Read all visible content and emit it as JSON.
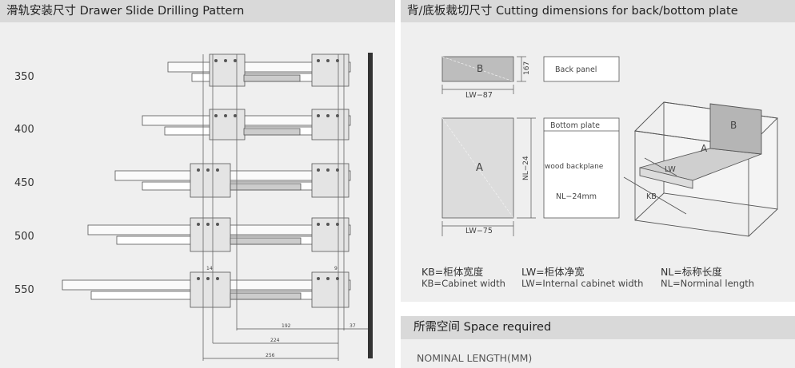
{
  "left_panel": {
    "title": "滑轨安装尺寸  Drawer Slide Drilling Pattern",
    "lengths": [
      "350",
      "400",
      "450",
      "500",
      "550"
    ],
    "dims": {
      "d14": "14",
      "d9": "9",
      "d192": "192",
      "d37": "37",
      "d224": "224",
      "d256": "256"
    }
  },
  "right_panel": {
    "title": "背/底板裁切尺寸  Cutting dimensions for back/bottom plate",
    "back_plate": {
      "label": "B",
      "width": "LW−87",
      "height": "167"
    },
    "back_caption": "Back panel",
    "bottom_plate": {
      "label": "A",
      "width": "LW−75",
      "height": "NL−24"
    },
    "bottom_caption": {
      "title": "Bottom plate",
      "line1": "wood backplane",
      "line2": "NL−24mm"
    },
    "iso": {
      "label_a": "A",
      "label_b": "B",
      "label_lw": "LW",
      "label_kb": "KB"
    },
    "legend": [
      {
        "cn": "KB=柜体宽度",
        "en": "KB=Cabinet width"
      },
      {
        "cn": "LW=柜体净宽",
        "en": "LW=Internal cabinet width"
      },
      {
        "cn": "NL=标称长度",
        "en": "NL=Norminal length"
      }
    ]
  },
  "space_panel": {
    "title": "所需空间  Space required",
    "subtitle": "NOMINAL LENGTH(MM)"
  }
}
